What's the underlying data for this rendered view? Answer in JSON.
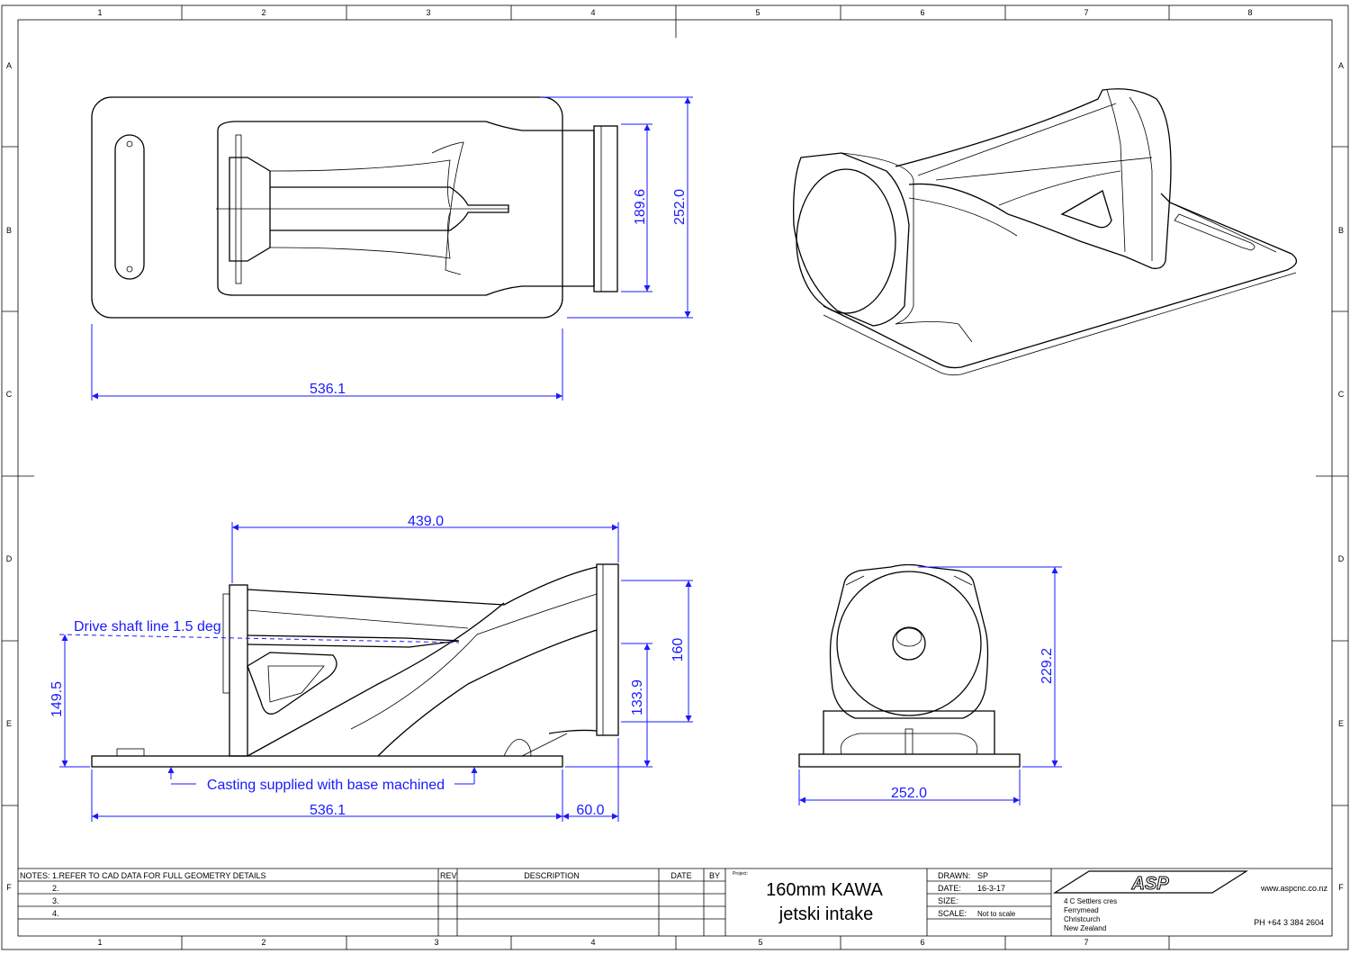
{
  "grid": {
    "columns": [
      "1",
      "2",
      "3",
      "4",
      "5",
      "6",
      "7",
      "8"
    ],
    "rows": [
      "A",
      "B",
      "C",
      "D",
      "E",
      "F"
    ],
    "bottom_columns": [
      "1",
      "2",
      "3",
      "4",
      "5",
      "6",
      "7"
    ]
  },
  "dimensions": {
    "top_width": "536.1",
    "top_inner": "189.6",
    "top_outer": "252.0",
    "side_length": "439.0",
    "side_outlet": "160",
    "side_inner": "133.9",
    "side_height": "149.5",
    "side_base": "536.1",
    "side_flange": "60.0",
    "front_height": "229.2",
    "front_width": "252.0"
  },
  "annotations": {
    "drive_shaft": "Drive shaft line 1.5 deg",
    "casting": "Casting supplied with base machined"
  },
  "title_block": {
    "notes_label": "NOTES:",
    "notes": [
      "1.REFER TO CAD DATA FOR FULL GEOMETRY DETAILS",
      "2.",
      "3.",
      "4."
    ],
    "rev_label": "REV",
    "description_label": "DESCRIPTION",
    "date_label": "DATE",
    "by_label": "BY",
    "project_label": "Project:",
    "title_line1": "160mm KAWA",
    "title_line2": "jetski intake",
    "drawn_label": "DRAWN:",
    "drawn_value": "SP",
    "date_field_label": "DATE:",
    "date_value": "16-3-17",
    "size_label": "SIZE:",
    "scale_label": "SCALE:",
    "scale_value": "Not to scale",
    "logo_text": "ASP",
    "website": "www.aspcnc.co.nz",
    "address": [
      "4 C Settlers cres",
      "Ferrymead",
      "Christcurch",
      "New Zealand"
    ],
    "phone": "PH +64 3 384 2604"
  },
  "colors": {
    "dimension": "#1a1aff",
    "line": "#000000"
  }
}
